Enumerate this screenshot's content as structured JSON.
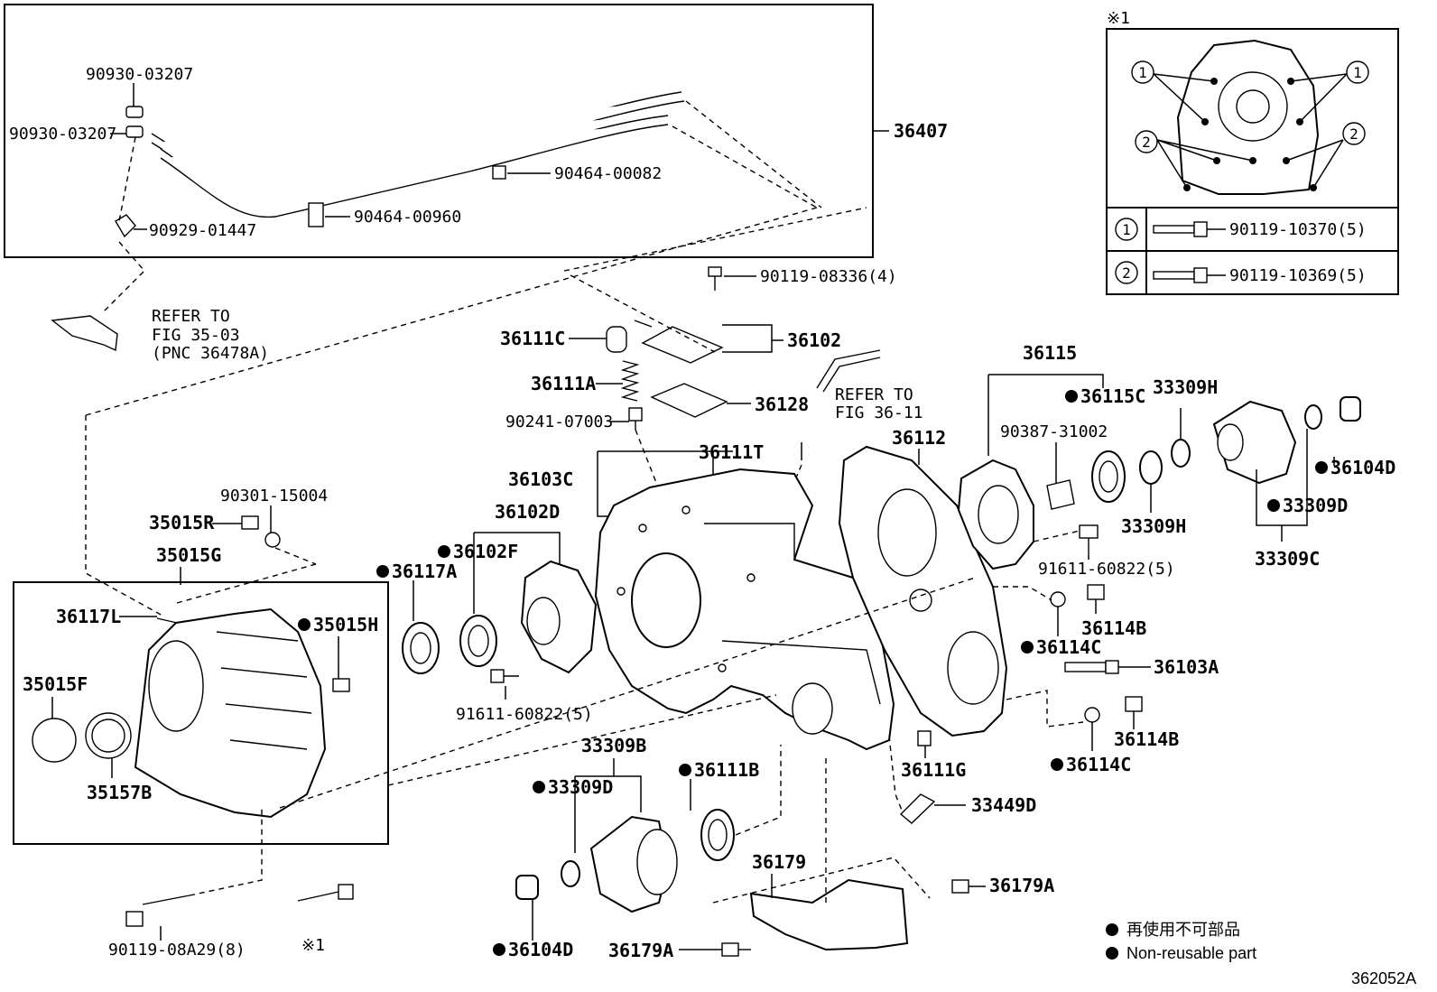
{
  "labels": {
    "p36407": "36407",
    "p90930_a": "90930-03207",
    "p90930_b": "90930-03207",
    "p90464_00082": "90464-00082",
    "p90464_00960": "90464-00960",
    "p90929_01447": "90929-01447",
    "refer_3503_1": "REFER TO",
    "refer_3503_2": "FIG 35-03",
    "refer_3503_3": "(PNC 36478A)",
    "p90119_08336": "90119-08336(4)",
    "p36111C": "36111C",
    "p36102": "36102",
    "p36111A": "36111A",
    "p36128": "36128",
    "p90241_07003": "90241-07003",
    "refer_3611_1": "REFER TO",
    "refer_3611_2": "FIG 36-11",
    "p36111T": "36111T",
    "p36103C": "36103C",
    "p36112": "36112",
    "p36115": "36115",
    "p36115C": "36115C",
    "p33309H_top": "33309H",
    "p90387_31002": "90387-31002",
    "p33309H_bot": "33309H",
    "p36104D_right": "36104D",
    "p33309D_right": "33309D",
    "p33309C": "33309C",
    "p91611_60822_right": "91611-60822(5)",
    "p36114B_top": "36114B",
    "p36114C_top": "36114C",
    "p36103A": "36103A",
    "p36114B_bot": "36114B",
    "p36114C_bot": "36114C",
    "p90301_15004": "90301-15004",
    "p35015R": "35015R",
    "p35015G": "35015G",
    "p36102D": "36102D",
    "p36102F": "36102F",
    "p36117A": "36117A",
    "p36117L": "36117L",
    "p35015H": "35015H",
    "p35015F": "35015F",
    "p35157B": "35157B",
    "p91611_60822_mid": "91611-60822(5)",
    "p33309B": "33309B",
    "p36111B": "36111B",
    "p33309D_bot": "33309D",
    "p36111G": "36111G",
    "p33449D": "33449D",
    "p36179": "36179",
    "p36179A_right": "36179A",
    "p36179A_bot": "36179A",
    "p36104D_bot": "36104D",
    "p90119_08A29": "90119-08A29(8)",
    "note1_bottom": "※1",
    "note1_inset": "※1"
  },
  "inset": {
    "callout_1": "1",
    "callout_2": "2",
    "row1_num": "1",
    "row1_part": "90119-10370(5)",
    "row2_num": "2",
    "row2_part": "90119-10369(5)"
  },
  "legend": {
    "jp": "再使用不可部品",
    "en": "Non-reusable part"
  },
  "figure_id": "362052A",
  "colors": {
    "ink": "#000000",
    "paper": "#ffffff"
  }
}
